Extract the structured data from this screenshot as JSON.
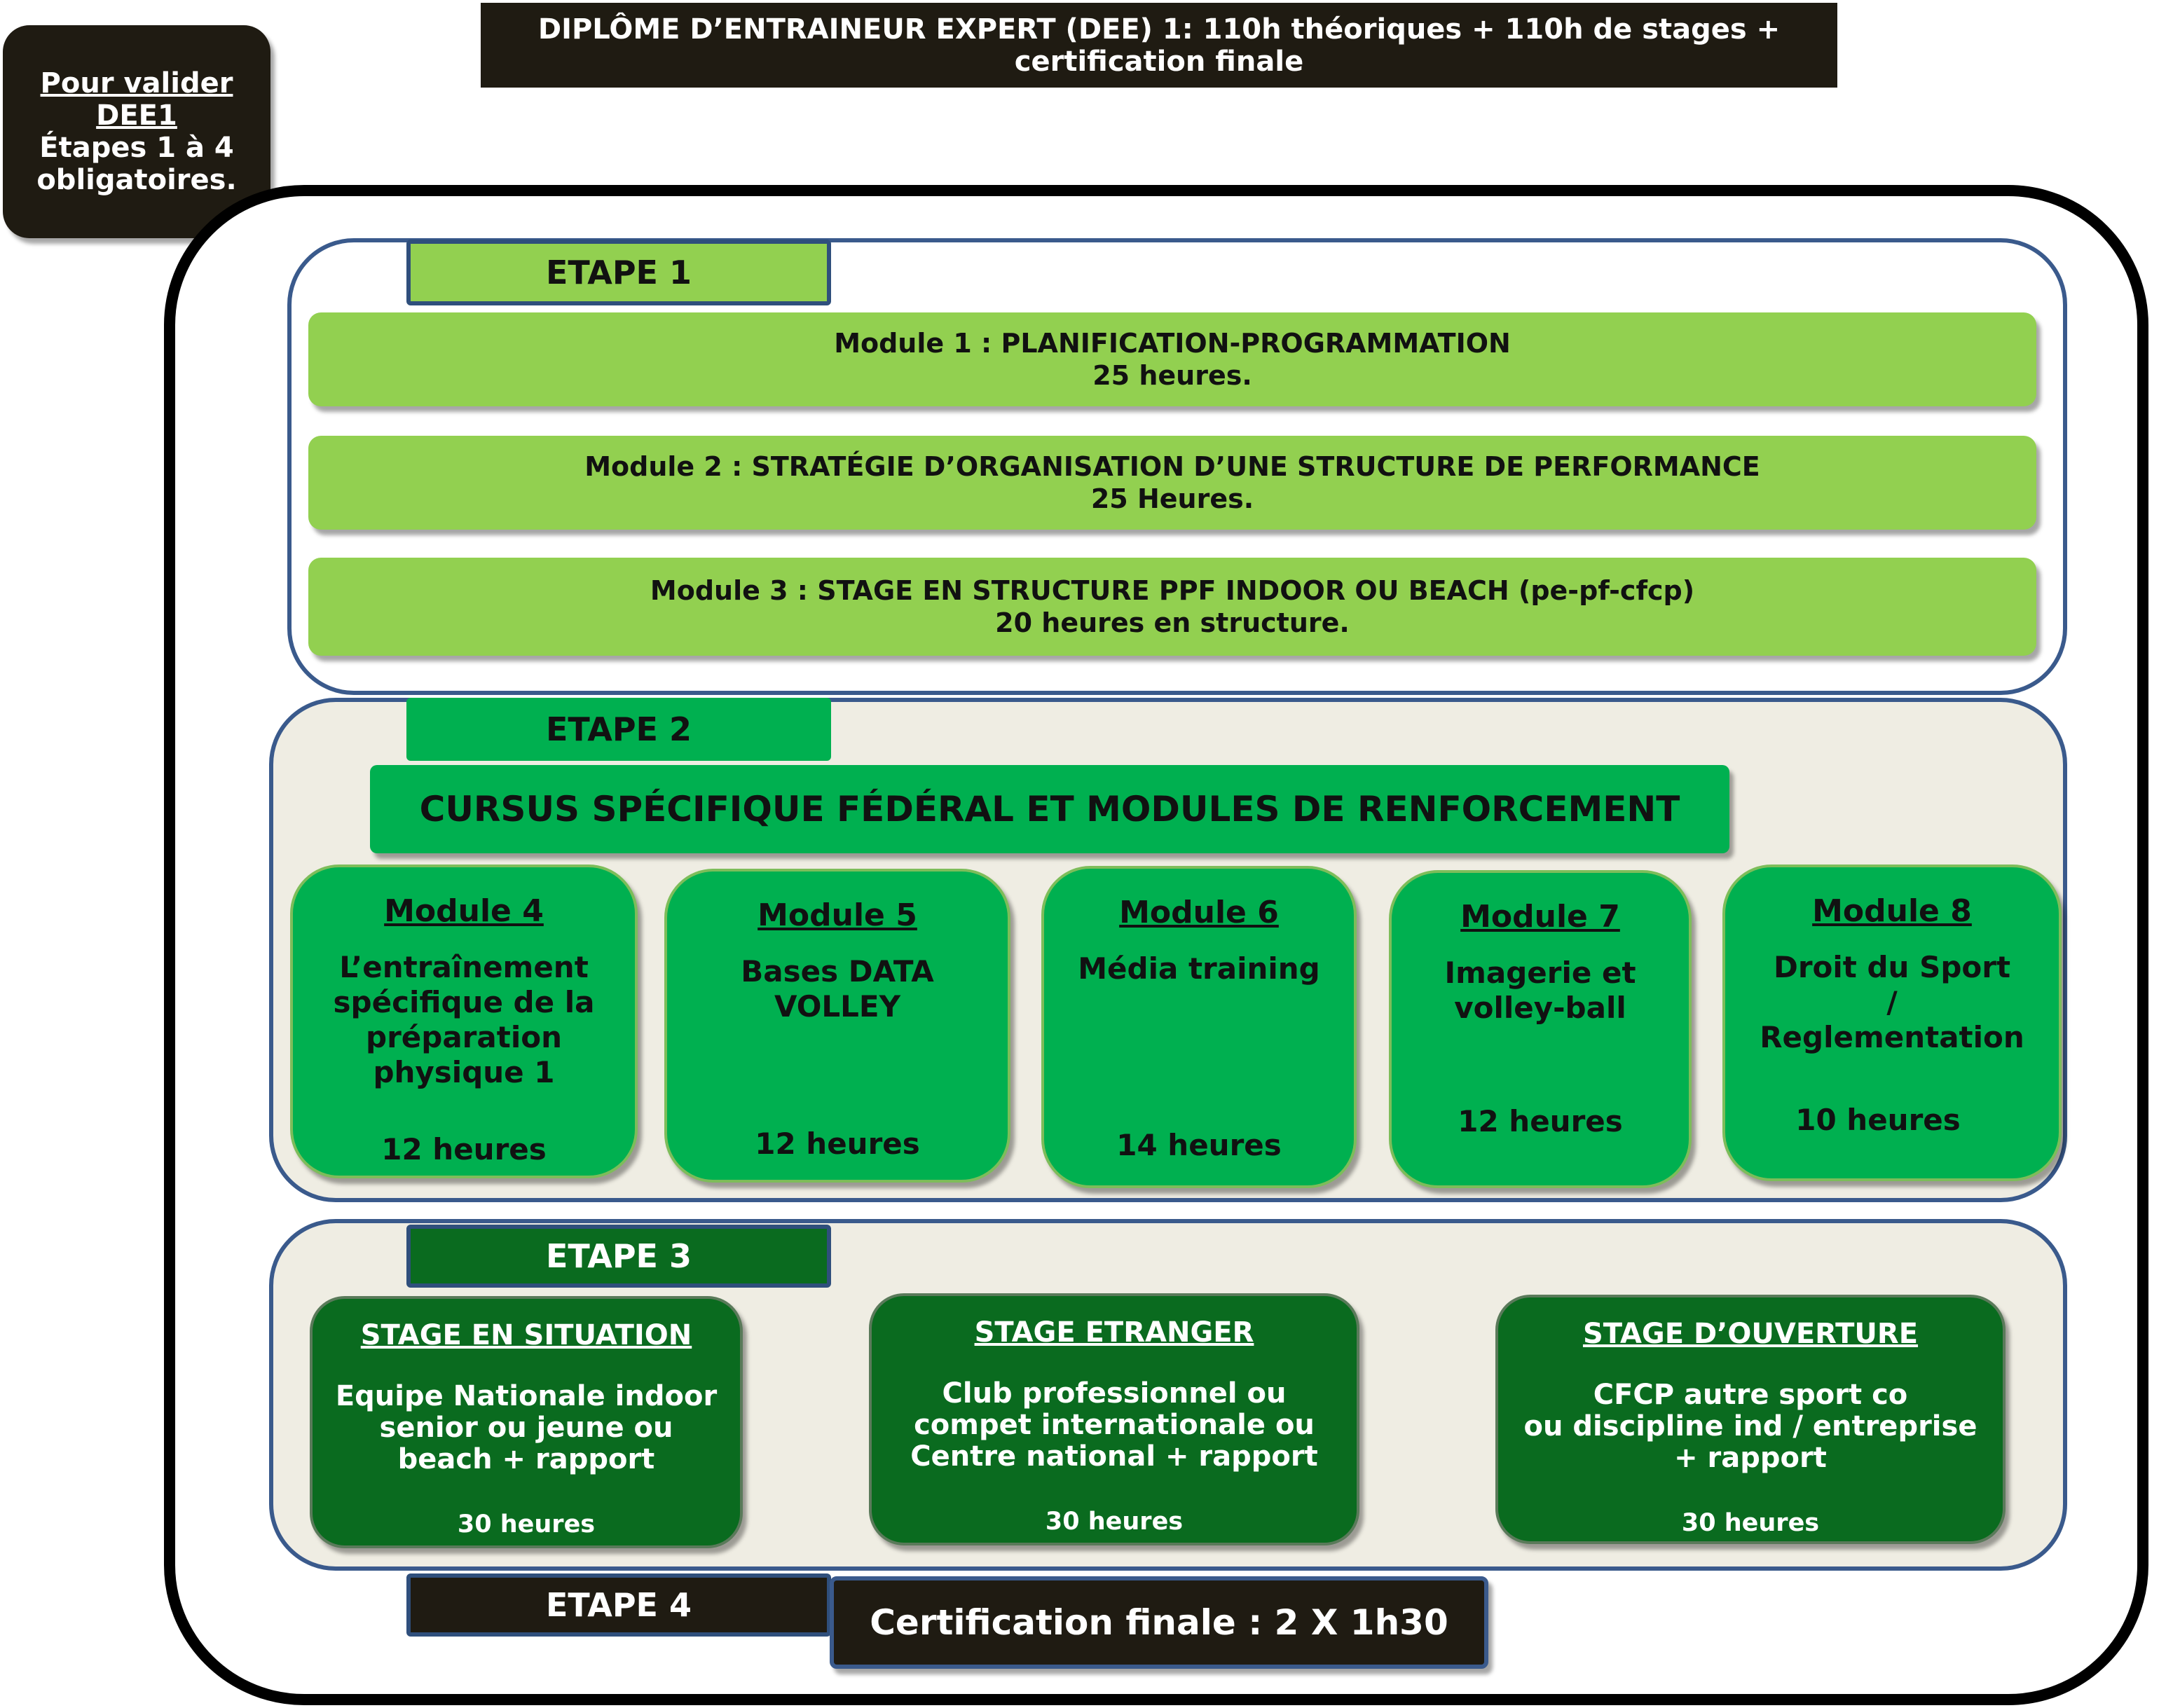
{
  "title_lines": [
    "DIPLÔME D’ENTRAINEUR EXPERT (DEE) 1: 110h théoriques + 110h de stages  +",
    "certification finale"
  ],
  "validate_note": {
    "underlined_lines": [
      "Pour valider",
      "DEE1"
    ],
    "lines": [
      "Étapes 1 à 4",
      "obligatoires."
    ]
  },
  "etape1": {
    "label": "ETAPE 1",
    "modules": [
      {
        "line1": "Module 1 : PLANIFICATION-PROGRAMMATION",
        "line2": "25 heures."
      },
      {
        "line1": "Module 2 : STRATÉGIE D’ORGANISATION D’UNE STRUCTURE DE PERFORMANCE",
        "line2": "25  Heures."
      },
      {
        "line1": "Module 3 : STAGE EN STRUCTURE PPF INDOOR OU BEACH (pe-pf-cfcp)",
        "line2": "20  heures en structure."
      }
    ]
  },
  "etape2": {
    "label": "ETAPE 2",
    "cursus_title": "CURSUS SPÉCIFIQUE FÉDÉRAL ET MODULES DE RENFORCEMENT",
    "modules": [
      {
        "title": "Module 4",
        "body": [
          "L’entraînement",
          "spécifique de la",
          "préparation",
          "physique  1"
        ],
        "hours": "12 heures"
      },
      {
        "title": "Module 5",
        "body": [
          "Bases DATA",
          "VOLLEY"
        ],
        "hours": "12 heures"
      },
      {
        "title": "Module 6",
        "body": [
          "Média training"
        ],
        "hours": "14 heures"
      },
      {
        "title": "Module 7",
        "body": [
          "Imagerie et",
          "volley-ball"
        ],
        "hours": "12 heures"
      },
      {
        "title": "Module 8",
        "body": [
          "Droit du Sport",
          "/",
          "Reglementation"
        ],
        "hours": "10 heures"
      }
    ]
  },
  "etape3": {
    "label": "ETAPE 3",
    "stages": [
      {
        "title": "STAGE EN SITUATION",
        "body": [
          "Equipe Nationale indoor",
          "senior ou jeune ou",
          "beach + rapport"
        ],
        "hours": "30 heures"
      },
      {
        "title": "STAGE ETRANGER",
        "body": [
          "Club professionnel ou",
          "compet internationale ou",
          "Centre national + rapport"
        ],
        "hours": "30 heures"
      },
      {
        "title": "STAGE D’OUVERTURE",
        "body": [
          "CFCP autre sport co",
          "ou discipline ind  / entreprise",
          "+ rapport"
        ],
        "hours": "30 heures"
      }
    ]
  },
  "etape4": {
    "label": "ETAPE 4",
    "certification": "Certification finale : 2 X 1h30"
  },
  "colors": {
    "dark": "#1f1b12",
    "light_green": "#92d050",
    "green": "#00b050",
    "dark_green": "#0a6b1f",
    "frame_blue": "#3a5a8c"
  }
}
